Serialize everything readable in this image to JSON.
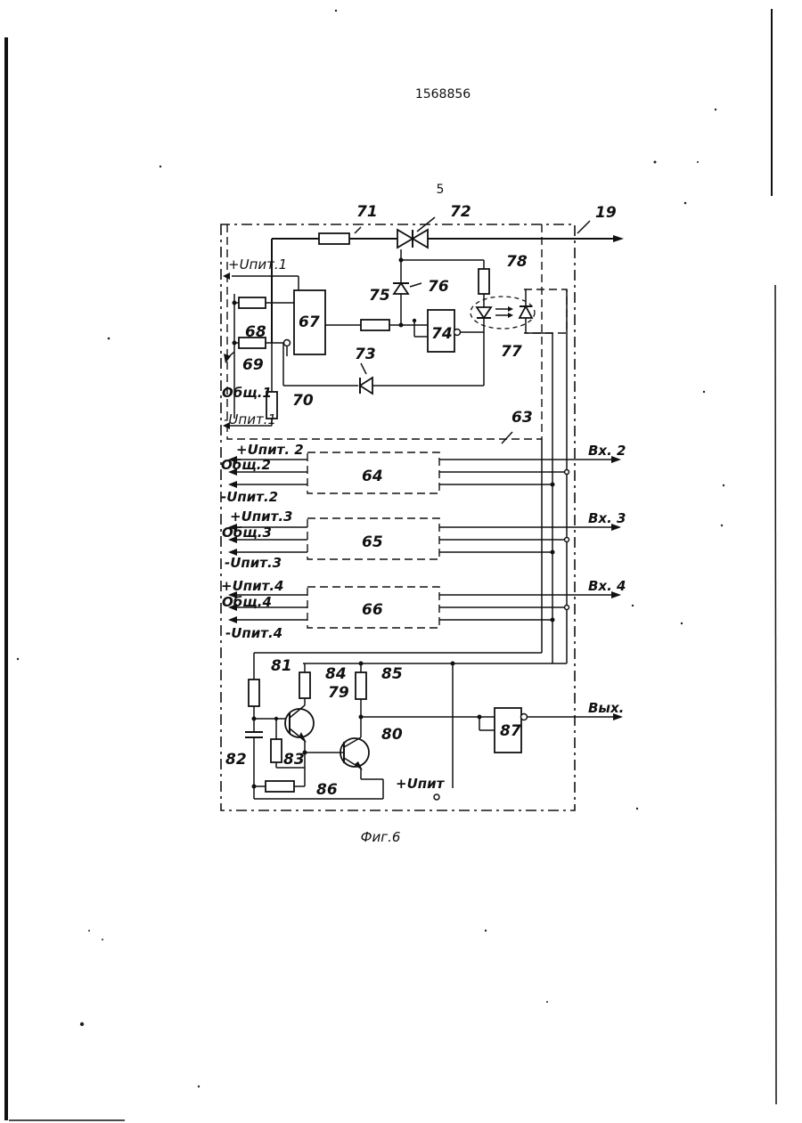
{
  "document": {
    "patent_number": "1568856",
    "page_number": "5",
    "figure_caption": "Фиг.6"
  },
  "component_labels": {
    "n19": "19",
    "n63": "63",
    "n64": "64",
    "n65": "65",
    "n66": "66",
    "n67": "67",
    "n68": "68",
    "n69": "69",
    "n70": "70",
    "n71": "71",
    "n72": "72",
    "n73": "73",
    "n74": "74",
    "n75": "75",
    "n76": "76",
    "n77": "77",
    "n78": "78",
    "n79": "79",
    "n80": "80",
    "n81": "81",
    "n82": "82",
    "n83": "83",
    "n84": "84",
    "n85": "85",
    "n86": "86",
    "n87": "87"
  },
  "supply_labels": {
    "plus_1": "+Uпит.1",
    "common_1": "Общ.1",
    "minus_1": "-Uпит.1",
    "plus_2": "+Uпит. 2",
    "common_2": "Общ.2",
    "minus_2": "-Uпит.2",
    "plus_3": "+Uпит.3",
    "common_3": "Общ.3",
    "minus_3": "-Uпит.3",
    "plus_4": "+Uпит.4",
    "common_4": "Общ.4",
    "minus_4": "-Uпит.4",
    "plus_main": "+Uпит"
  },
  "io_labels": {
    "input_2": "Вх. 2",
    "input_3": "Вх. 3",
    "input_4": "Вх. 4",
    "output": "Вых."
  }
}
